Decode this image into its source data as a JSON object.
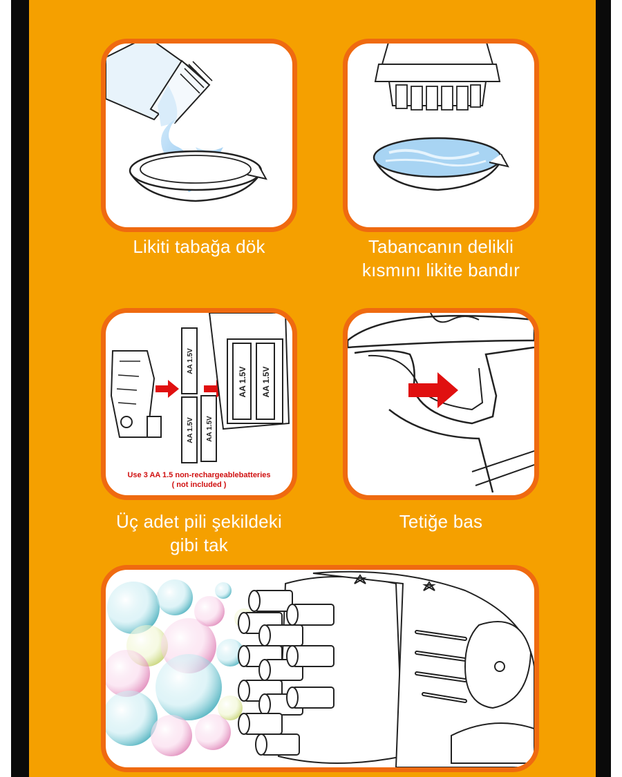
{
  "steps": [
    {
      "caption_lines": [
        "Likiti tabağa dök"
      ],
      "icon": "pour-liquid-into-dish"
    },
    {
      "caption_lines": [
        "Tabancanın delikli",
        "kısmını likite bandır"
      ],
      "icon": "dip-gun-in-dish"
    },
    {
      "caption_lines": [
        "Üç adet pili şekildeki",
        "gibi tak"
      ],
      "icon": "insert-batteries",
      "battery_label": "AA 1.5V",
      "note_lines": [
        "Use 3 AA 1.5 non-rechargeablebatteries",
        "( not included )"
      ]
    },
    {
      "caption_lines": [
        "Tetiğe bas"
      ],
      "icon": "press-trigger"
    },
    {
      "caption_lines": [],
      "icon": "bubbles-from-gun"
    }
  ],
  "colors": {
    "background": "#f5a000",
    "panel_border": "#ef6a10",
    "arrow": "#e01010",
    "caption": "#ffffff",
    "note": "#d01010"
  }
}
